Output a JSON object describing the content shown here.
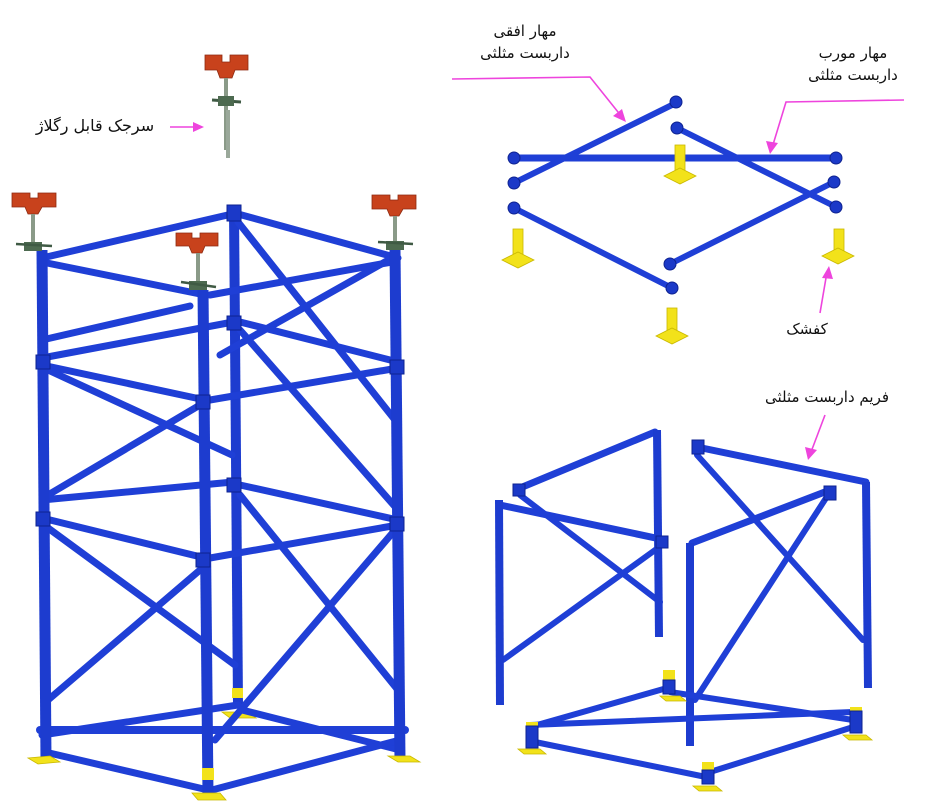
{
  "diagram": {
    "title": "",
    "background": "#ffffff",
    "colors": {
      "pipe": "#1f3fd6",
      "base_plate": "#f2e21a",
      "jack_head": "#c8421c",
      "callout_arrow": "#ee44dd",
      "text": "#111111"
    },
    "labels": {
      "adjustable_jack": "سرجک قابل رگلاژ",
      "horizontal_brace_line1": "مهار افقی",
      "horizontal_brace_line2": "داربست مثلثی",
      "diagonal_brace_line1": "مهار مورب",
      "diagonal_brace_line2": "داربست مثلثی",
      "base_shoe": "کفشک",
      "frame": "فریم داربست مثلثی"
    },
    "components": [
      {
        "id": "adjustable-jack",
        "label_ref": "adjustable_jack",
        "description": "single screw jack with red U-head"
      },
      {
        "id": "assembled-tower",
        "description": "assembled triangular scaffold tower, 3 frame levels, 4 jacks on top, 4 base plates"
      },
      {
        "id": "braces-and-bases",
        "label_refs": [
          "horizontal_brace_line1",
          "diagonal_brace_line1",
          "base_shoe"
        ],
        "description": "exploded view of horizontal and diagonal braces with 4 yellow base shoes"
      },
      {
        "id": "frames",
        "label_ref": "frame",
        "description": "two triangular scaffold frames above base layer"
      }
    ]
  }
}
